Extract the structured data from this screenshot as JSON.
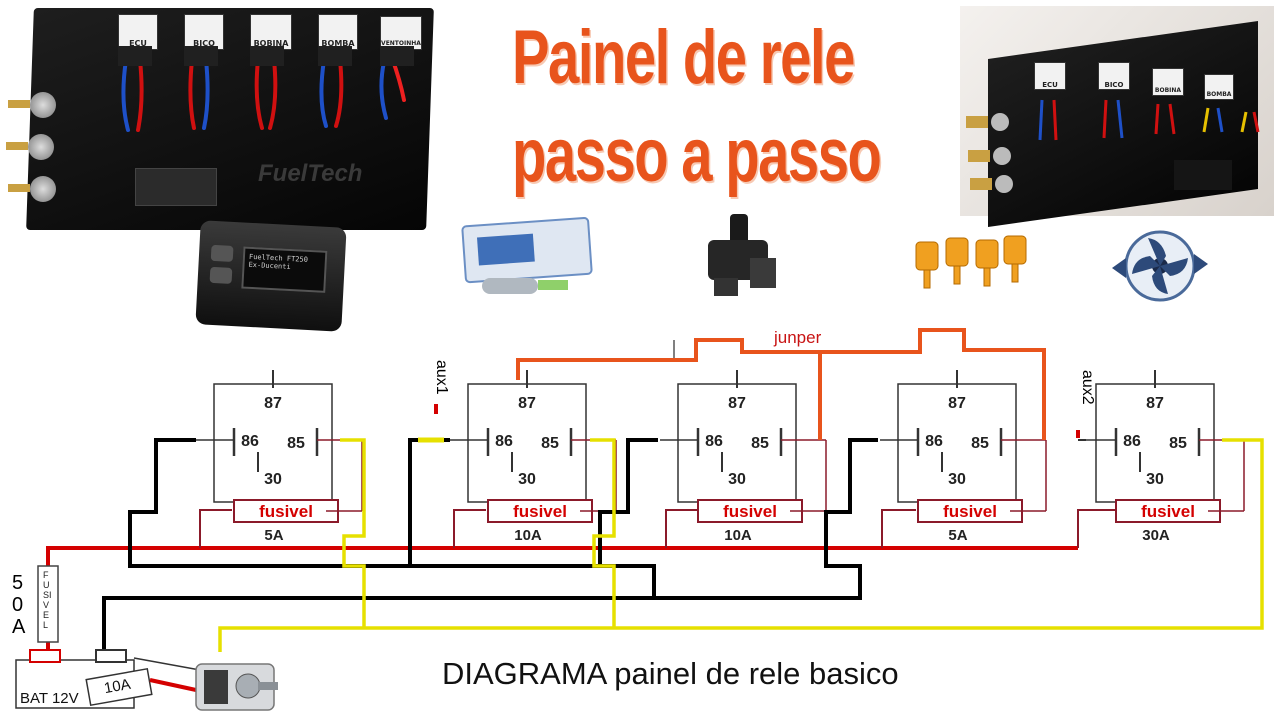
{
  "title": {
    "line1": "Painel de rele",
    "line2": "passo a passo"
  },
  "diagram_title": "DIAGRAMA painel de rele basico",
  "panel_photo": {
    "brand": "FuelTech",
    "relay_tags": [
      "ECU",
      "BICO",
      "BOBINA",
      "BOMBA",
      "VENTOINHA"
    ]
  },
  "controller_display": {
    "line1": "FuelTech FT250",
    "line2": "Ex-Ducenti"
  },
  "relays": [
    {
      "pin87": "87",
      "pin86": "86",
      "pin85": "85",
      "pin30": "30",
      "fuse_label": "fusivel",
      "rating": "5A"
    },
    {
      "pin87": "87",
      "pin86": "86",
      "pin85": "85",
      "pin30": "30",
      "fuse_label": "fusivel",
      "rating": "10A"
    },
    {
      "pin87": "87",
      "pin86": "86",
      "pin85": "85",
      "pin30": "30",
      "fuse_label": "fusivel",
      "rating": "10A"
    },
    {
      "pin87": "87",
      "pin86": "86",
      "pin85": "85",
      "pin30": "30",
      "fuse_label": "fusivel",
      "rating": "5A"
    },
    {
      "pin87": "87",
      "pin86": "86",
      "pin85": "85",
      "pin30": "30",
      "fuse_label": "fusivel",
      "rating": "30A"
    }
  ],
  "labels": {
    "jumper": "junper",
    "aux1": "aux1",
    "aux2": "aux2",
    "main_fuse_rating": "50A",
    "main_fuse_text": "FUSIVEL",
    "battery": "BAT 12V",
    "inline_fuse": "10A"
  },
  "colors": {
    "title": "#e8541c",
    "jumper_wire": "#e8541c",
    "power_wire": "#d40000",
    "ground_wire": "#000000",
    "ignition_wire": "#e6e000",
    "relay_lines": "#333333",
    "fuse_outline": "#8b1a2a"
  },
  "icons": [
    "fuel-pump-icon",
    "ignition-coil-icon",
    "fuel-injectors-icon",
    "radiator-fan-icon",
    "ignition-switch-icon"
  ]
}
